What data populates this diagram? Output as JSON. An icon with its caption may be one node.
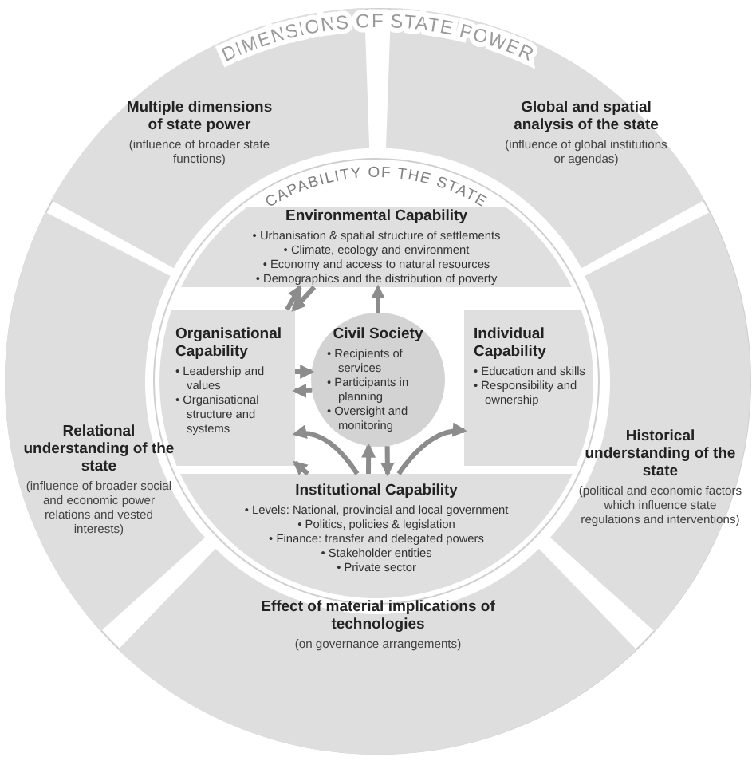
{
  "diagram": {
    "nodes": [
      {
        "text": [
          "DIMENSIONS OF STATE POWER"
        ]
      },
      {
        "text": [
          "Multiple dimensions of state power",
          "(influence of broader state functions)"
        ],
        "in": 0
      },
      {
        "text": [
          "Global and spatial analysis of the state",
          "(influence of global institutions or agendas)"
        ],
        "in": 0
      },
      {
        "text": [
          "Relational understanding of the state",
          "(influence of broader social and economic power relations and vested interests)"
        ],
        "in": 0
      },
      {
        "text": [
          "Historical understanding of the state",
          "(political and economic factors which influence state regulations and interventions)"
        ],
        "in": 0
      },
      {
        "text": [
          "Effect of material implications of technologies",
          "(on governance arrangements)"
        ],
        "in": 0
      },
      {
        "text": [
          "CAPABILITY OF THE STATE"
        ],
        "in": 0
      },
      {
        "text": [
          "Environmental Capability",
          "• Urbanisation & spatial structure of settlements",
          "• Climate, ecology and environment",
          "• Economy and access to natural resources",
          "• Demographics and the distribution of poverty"
        ],
        "in": 6
      },
      {
        "text": [
          "Organisational Capability",
          "• Leadership and values",
          "• Organisational structure and systems"
        ],
        "in": 6
      },
      {
        "text": [
          "Civil Society",
          "• Recipients of services",
          "• Participants in planning",
          "• Oversight and monitoring"
        ],
        "in": 6
      },
      {
        "text": [
          "Individual Capability",
          "• Education and skills",
          "• Responsibility and ownership"
        ],
        "in": 6
      },
      {
        "text": [
          "Institutional Capability",
          "• Levels: National, provincial and local government",
          "• Politics, policies & legislation",
          "• Finance: transfer and delegated powers",
          "• Stakeholder entities",
          "• Private sector"
        ],
        "in": 6
      }
    ],
    "edges": [
      {
        "from": 8,
        "to": 7,
        "arrow": "to"
      },
      {
        "from": 7,
        "to": 8,
        "arrow": "to"
      },
      {
        "from": 9,
        "to": 7,
        "arrow": "to"
      },
      {
        "from": 8,
        "to": 9,
        "arrow": "to"
      },
      {
        "from": 9,
        "to": 8,
        "arrow": "to"
      },
      {
        "from": 11,
        "to": 8,
        "arrow": "to"
      },
      {
        "from": 11,
        "to": 10,
        "arrow": "to"
      },
      {
        "from": 11,
        "to": 8,
        "arrow": "to"
      },
      {
        "from": 11,
        "to": 9,
        "arrow": "to"
      },
      {
        "from": 9,
        "to": 11,
        "arrow": "to"
      }
    ]
  }
}
